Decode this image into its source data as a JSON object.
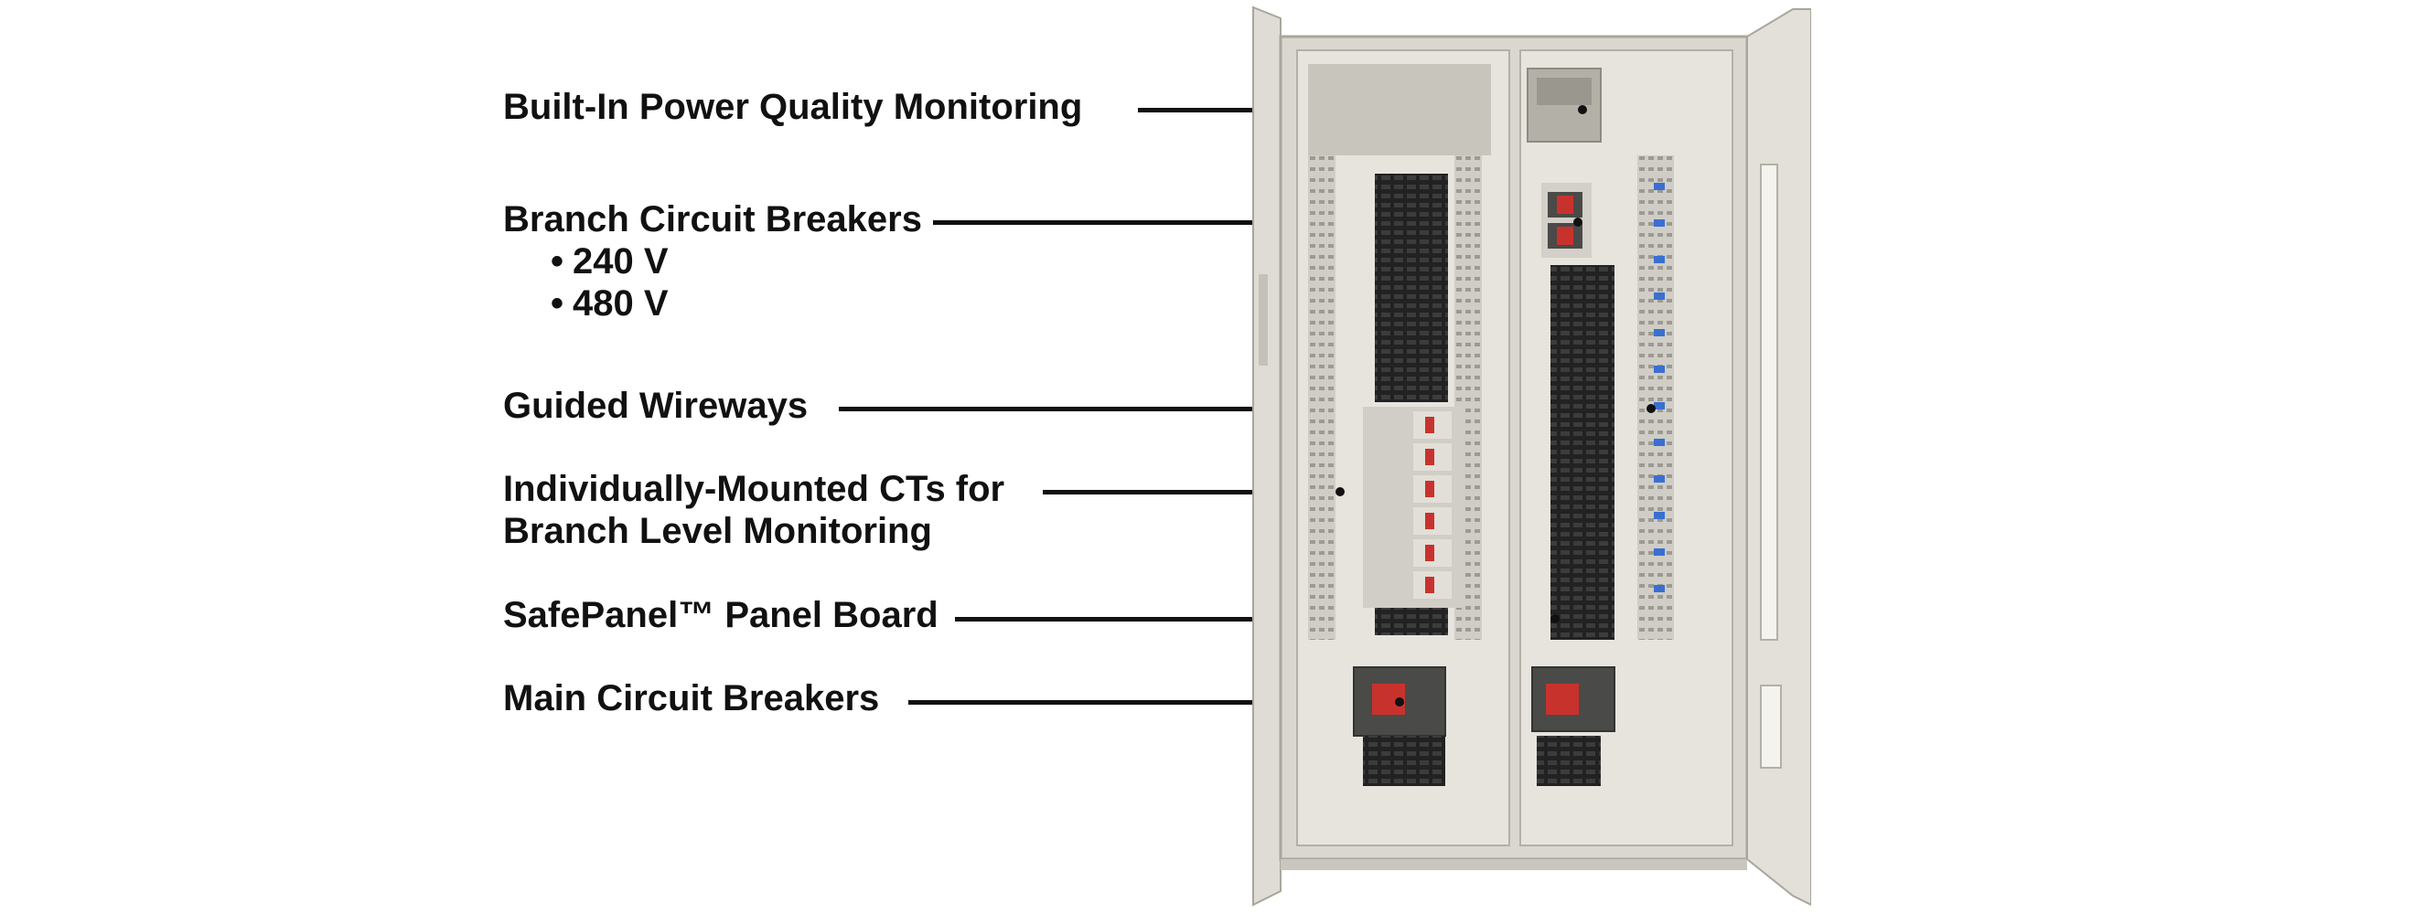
{
  "callouts": [
    {
      "id": "power-quality",
      "lines": [
        "Built-In Power Quality Monitoring"
      ],
      "bullets": []
    },
    {
      "id": "branch-breakers",
      "lines": [
        "Branch Circuit Breakers"
      ],
      "bullets": [
        "240 V",
        "480 V"
      ]
    },
    {
      "id": "wireways",
      "lines": [
        "Guided Wireways"
      ],
      "bullets": []
    },
    {
      "id": "cts",
      "lines": [
        "Individually-Mounted CTs for",
        "Branch Level Monitoring"
      ],
      "bullets": []
    },
    {
      "id": "panel-board",
      "lines": [
        "SafePanel™ Panel Board"
      ],
      "bullets": []
    },
    {
      "id": "main-breakers",
      "lines": [
        "Main Circuit Breakers"
      ],
      "bullets": []
    }
  ],
  "colors": {
    "cabinet": "#d9d7cf",
    "cabinet_shadow": "#b9b6ad",
    "panel_dark": "#2a2a2a",
    "breaker_red": "#c8322d",
    "wire_blue": "#3a6fd1",
    "leader": "#111111"
  }
}
